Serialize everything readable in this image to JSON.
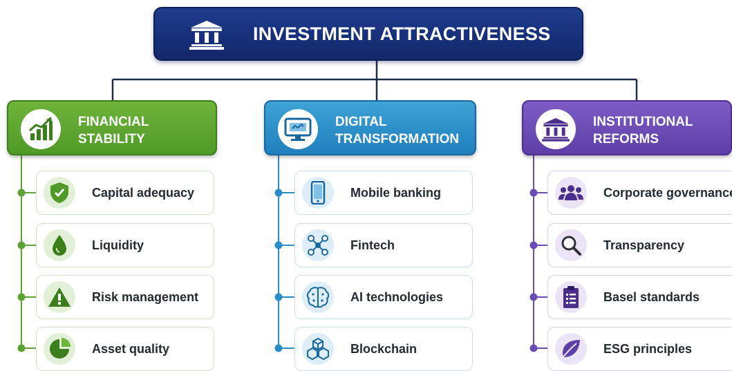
{
  "root": {
    "title": "INVESTMENT ATTRACTIVENESS",
    "icon": "bank-icon"
  },
  "colors": {
    "root": "#17307a",
    "green": "#4f9a28",
    "blue": "#1f7fbd",
    "purple": "#5e3fa8"
  },
  "categories": [
    {
      "title_line1": "FINANCIAL",
      "title_line2": "STABILITY",
      "icon": "growth-chart-icon",
      "items": [
        {
          "label": "Capital adequacy",
          "icon": "shield-check-icon"
        },
        {
          "label": "Liquidity",
          "icon": "water-drop-icon"
        },
        {
          "label": "Risk management",
          "icon": "warning-icon"
        },
        {
          "label": "Asset quality",
          "icon": "pie-chart-icon"
        }
      ]
    },
    {
      "title_line1": "DIGITAL",
      "title_line2": "TRANSFORMATION",
      "icon": "monitor-icon",
      "items": [
        {
          "label": "Mobile banking",
          "icon": "smartphone-icon"
        },
        {
          "label": "Fintech",
          "icon": "network-nodes-icon"
        },
        {
          "label": "AI technologies",
          "icon": "brain-circuit-icon"
        },
        {
          "label": "Blockchain",
          "icon": "blocks-icon"
        }
      ]
    },
    {
      "title_line1": "INSTITUTIONAL",
      "title_line2": "REFORMS",
      "icon": "bank-icon",
      "items": [
        {
          "label": "Corporate governance",
          "icon": "people-group-icon"
        },
        {
          "label": "Transparency",
          "icon": "magnifier-icon"
        },
        {
          "label": "Basel standards",
          "icon": "clipboard-checklist-icon"
        },
        {
          "label": "ESG principles",
          "icon": "leaf-icon"
        }
      ]
    }
  ]
}
